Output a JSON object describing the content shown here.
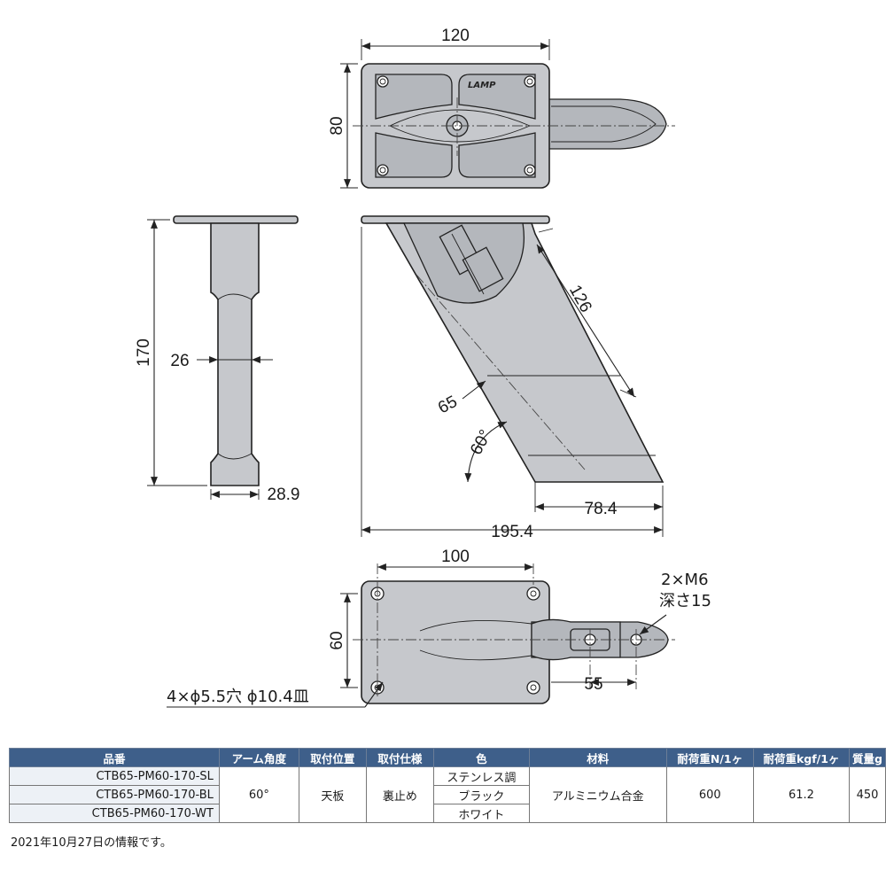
{
  "drawing": {
    "logo_text": "LAMP",
    "dimensions": {
      "top_width": "120",
      "top_height": "80",
      "side_height": "170",
      "side_width": "26",
      "side_foot": "28.9",
      "front_arm_length": "126",
      "front_arm_width": "65",
      "front_angle": "60°",
      "front_tip": "78.4",
      "front_total": "195.4",
      "bottom_width": "100",
      "bottom_height": "60",
      "bottom_hole_pitch": "55",
      "tap_line1": "2×M6",
      "tap_line2": "深さ15",
      "mount_holes": "4×ϕ5.5穴 ϕ10.4皿"
    }
  },
  "table": {
    "headers": [
      "品番",
      "アーム角度",
      "取付位置",
      "取付仕様",
      "色",
      "材料",
      "耐荷重N/1ヶ",
      "耐荷重kgf/1ヶ",
      "質量g"
    ],
    "part_numbers": [
      "CTB65-PM60-170-SL",
      "CTB65-PM60-170-BL",
      "CTB65-PM60-170-WT"
    ],
    "arm_angle": "60°",
    "mount_position": "天板",
    "mount_spec": "裏止め",
    "colors": [
      "ステンレス調",
      "ブラック",
      "ホワイト"
    ],
    "material": "アルミニウム合金",
    "load_n": "600",
    "load_kgf": "61.2",
    "mass": "450"
  },
  "note": "2021年10月27日の情報です。"
}
